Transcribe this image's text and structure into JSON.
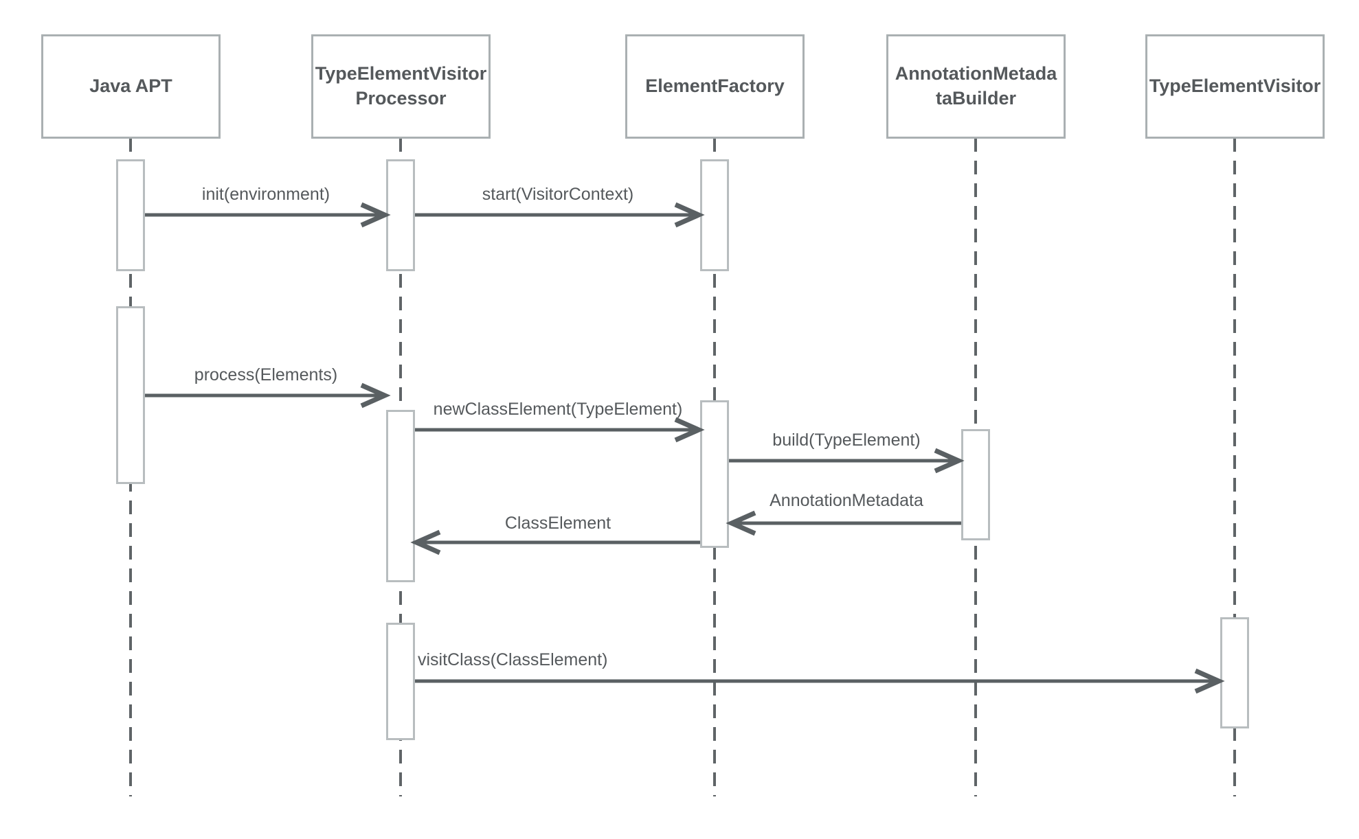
{
  "diagram": {
    "type": "uml-sequence-diagram",
    "participants": [
      {
        "name": "Java APT",
        "display": "Java APT"
      },
      {
        "name": "TypeElementVisitorProcessor",
        "display": "TypeElementVisitor\nProcessor"
      },
      {
        "name": "ElementFactory",
        "display": "ElementFactory"
      },
      {
        "name": "AnnotationMetadataBuilder",
        "display": "AnnotationMetada\ntaBuilder"
      },
      {
        "name": "TypeElementVisitor",
        "display": "TypeElementVisitor"
      }
    ],
    "messages": [
      {
        "label": "init(environment)",
        "from": "Java APT",
        "to": "TypeElementVisitorProcessor"
      },
      {
        "label": "start(VisitorContext)",
        "from": "TypeElementVisitorProcessor",
        "to": "ElementFactory"
      },
      {
        "label": "process(Elements)",
        "from": "Java APT",
        "to": "TypeElementVisitorProcessor"
      },
      {
        "label": "newClassElement(TypeElement)",
        "from": "TypeElementVisitorProcessor",
        "to": "ElementFactory"
      },
      {
        "label": "build(TypeElement)",
        "from": "ElementFactory",
        "to": "AnnotationMetadataBuilder"
      },
      {
        "label": "AnnotationMetadata",
        "from": "AnnotationMetadataBuilder",
        "to": "ElementFactory"
      },
      {
        "label": "ClassElement",
        "from": "ElementFactory",
        "to": "TypeElementVisitorProcessor"
      },
      {
        "label": "visitClass(ClassElement)",
        "from": "TypeElementVisitorProcessor",
        "to": "TypeElementVisitor"
      }
    ],
    "colors": {
      "background": "#ffffff",
      "participant_border": "#aab0b2",
      "activation_border": "#b8bdbf",
      "text": "#54585b",
      "arrow": "#5a6063",
      "lifeline": "#5f6467"
    }
  }
}
